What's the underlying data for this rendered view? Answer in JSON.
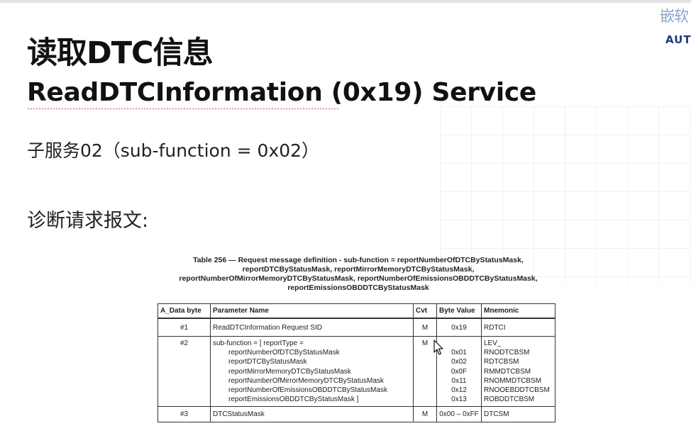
{
  "brand": {
    "top_text": "嵌软",
    "bottom_text": "AUT"
  },
  "slide": {
    "title_cn": "读取DTC信息",
    "title_en": "ReadDTCInformation (0x19) Service",
    "subfunction": "子服务02（sub-function = 0x02）",
    "request_label": "诊断请求报文:"
  },
  "table": {
    "caption": [
      "Table 256 — Request message definition - sub-function = reportNumberOfDTCByStatusMask,",
      "reportDTCByStatusMask, reportMirrorMemoryDTCByStatusMask,",
      "reportNumberOfMirrorMemoryDTCByStatusMask, reportNumberOfEmissionsOBDDTCByStatusMask,",
      "reportEmissionsOBDDTCByStatusMask"
    ],
    "headers": [
      "A_Data byte",
      "Parameter Name",
      "Cvt",
      "Byte Value",
      "Mnemonic"
    ],
    "rows": [
      {
        "byte": "#1",
        "param": "ReadDTCInformation Request SID",
        "cvt": "M",
        "value": "0x19",
        "mnemonic": "RDTCI"
      },
      {
        "byte": "#2",
        "param_head": "sub-function = [ reportType =",
        "param_lines": [
          "reportNumberOfDTCByStatusMask",
          "reportDTCByStatusMask",
          "reportMirrorMemoryDTCByStatusMask",
          "reportNumberOfMirrorMemoryDTCByStatusMask",
          "reportNumberOfEmissionsOBDDTCByStatusMask",
          "reportEmissionsOBDDTCByStatusMask ]"
        ],
        "cvt": "M",
        "values": [
          "0x01",
          "0x02",
          "0x0F",
          "0x11",
          "0x12",
          "0x13"
        ],
        "mnemonic_head": "LEV_",
        "mnemonics": [
          "RNODTCBSM",
          "RDTCBSM",
          "RMMDTCBSM",
          "RNOMMDTCBSM",
          "RNOOEBDDTCBSM",
          "ROBDDTCBSM"
        ]
      },
      {
        "byte": "#3",
        "param": "DTCStatusMask",
        "cvt": "M",
        "value": "0x00 – 0xFF",
        "mnemonic": "DTCSM"
      }
    ]
  },
  "colors": {
    "text": "#111111",
    "brand_top": "#8aa3c9",
    "brand_bottom": "#1f3a7a"
  }
}
